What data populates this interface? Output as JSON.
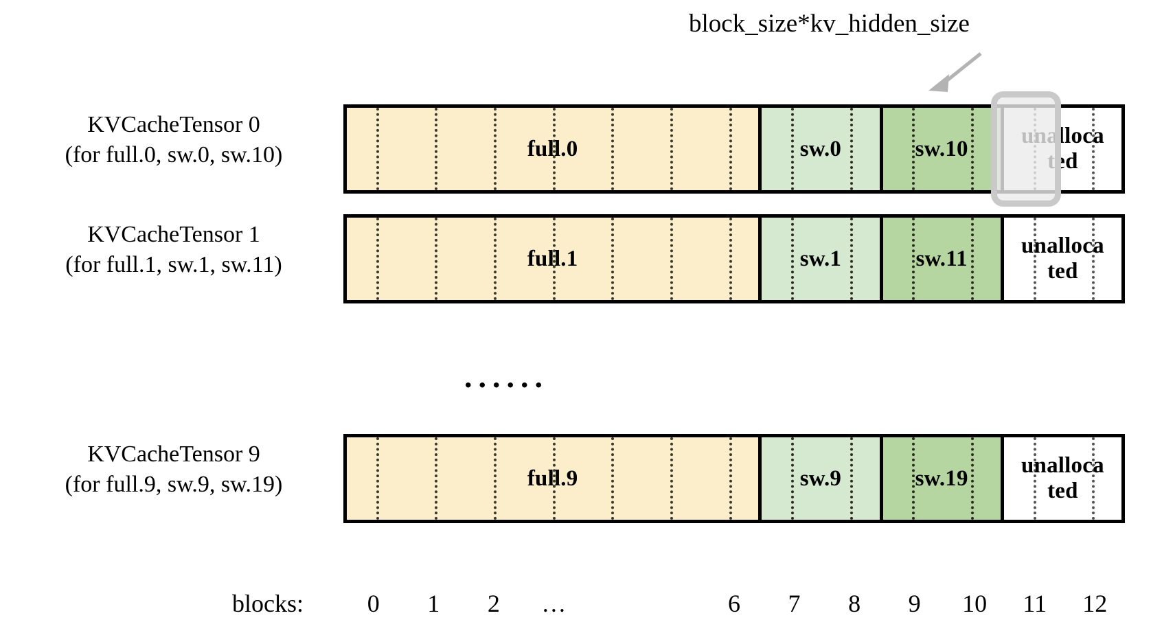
{
  "annotation": {
    "text": "block_size*kv_hidden_size",
    "arrow_name": "annotation-arrow",
    "arrow_color": "#b3b3b3"
  },
  "colors": {
    "full": "#fceecb",
    "sw_light": "#d5e8d0",
    "sw_dark": "#b5d6a0",
    "unallocated": "#ffffff",
    "border": "#000000",
    "highlight": "#c9c9c9"
  },
  "rows": [
    {
      "label_line1": "KVCacheTensor 0",
      "label_line2": "(for full.0, sw.0, sw.10)",
      "segments": [
        {
          "name": "full-segment",
          "text": "full.0",
          "kind": "full",
          "blocks": 7
        },
        {
          "name": "sw-light-segment",
          "text": "sw.0",
          "kind": "swa",
          "blocks": 2
        },
        {
          "name": "sw-dark-segment",
          "text": "sw.10",
          "kind": "swb",
          "blocks": 2
        },
        {
          "name": "unallocated-segment",
          "text": "unallocated",
          "kind": "unalloc",
          "blocks": 2
        }
      ]
    },
    {
      "label_line1": "KVCacheTensor 1",
      "label_line2": "(for full.1, sw.1, sw.11)",
      "segments": [
        {
          "name": "full-segment",
          "text": "full.1",
          "kind": "full",
          "blocks": 7
        },
        {
          "name": "sw-light-segment",
          "text": "sw.1",
          "kind": "swa",
          "blocks": 2
        },
        {
          "name": "sw-dark-segment",
          "text": "sw.11",
          "kind": "swb",
          "blocks": 2
        },
        {
          "name": "unallocated-segment",
          "text": "unallocated",
          "kind": "unalloc",
          "blocks": 2
        }
      ]
    },
    {
      "label_line1": "KVCacheTensor 9",
      "label_line2": "(for full.9, sw.9, sw.19)",
      "segments": [
        {
          "name": "full-segment",
          "text": "full.9",
          "kind": "full",
          "blocks": 7
        },
        {
          "name": "sw-light-segment",
          "text": "sw.9",
          "kind": "swa",
          "blocks": 2
        },
        {
          "name": "sw-dark-segment",
          "text": "sw.19",
          "kind": "swb",
          "blocks": 2
        },
        {
          "name": "unallocated-segment",
          "text": "unallocated",
          "kind": "unalloc",
          "blocks": 2
        }
      ]
    }
  ],
  "ellipsis": "......",
  "axis": {
    "caption": "blocks:",
    "ticks": [
      "0",
      "1",
      "2",
      "…",
      "6",
      "7",
      "8",
      "9",
      "10",
      "11",
      "12"
    ],
    "tick_block_index": [
      0,
      1,
      2,
      3,
      6,
      7,
      8,
      9,
      10,
      11,
      12
    ],
    "total_blocks": 13
  },
  "highlight": {
    "name": "block-11-highlight",
    "block_index": 11
  }
}
